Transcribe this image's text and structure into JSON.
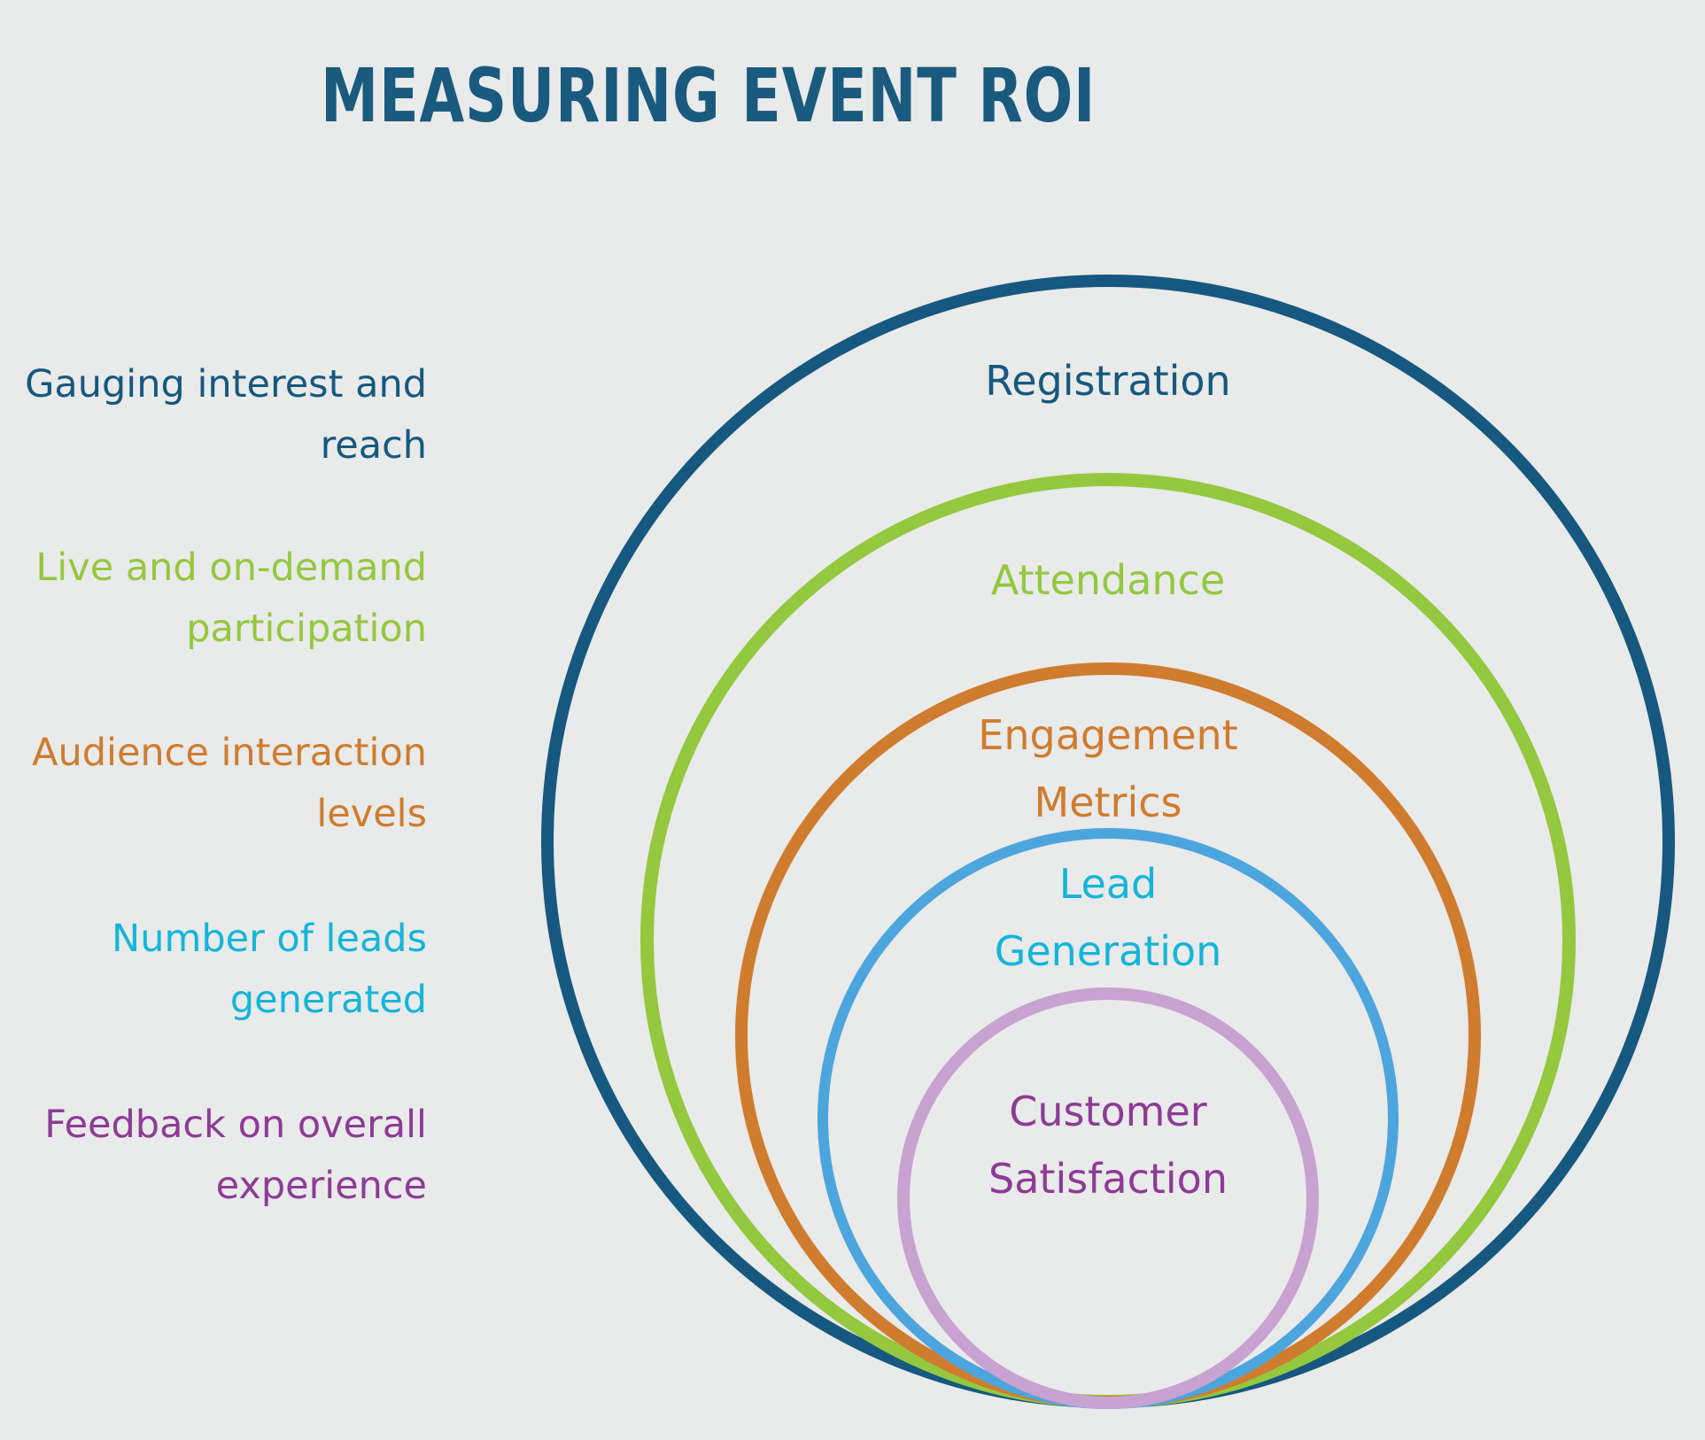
{
  "title": "MEASURING EVENT ROI",
  "title_color": "#1a5a7e",
  "background_color": "#e9eaea",
  "rings": [
    {
      "name": "Registration",
      "name_lines": [
        "Registration"
      ],
      "annotation": "Gauging interest and reach",
      "annotation_lines": [
        "Gauging interest and",
        "reach"
      ],
      "ring_color": "#16587f",
      "text_color": "#16587f"
    },
    {
      "name": "Attendance",
      "name_lines": [
        "Attendance"
      ],
      "annotation": "Live and on-demand participation",
      "annotation_lines": [
        "Live and on-demand",
        "participation"
      ],
      "ring_color": "#94c83f",
      "text_color": "#94c83f"
    },
    {
      "name": "Engagement Metrics",
      "name_lines": [
        "Engagement",
        "Metrics"
      ],
      "annotation": "Audience interaction levels",
      "annotation_lines": [
        "Audience interaction",
        "levels"
      ],
      "ring_color": "#cf7c2e",
      "text_color": "#cf7c2e"
    },
    {
      "name": "Lead Generation",
      "name_lines": [
        "Lead",
        "Generation"
      ],
      "annotation": "Number of leads generated",
      "annotation_lines": [
        "Number of leads",
        "generated"
      ],
      "ring_color": "#4da5dd",
      "text_color": "#14b5d9"
    },
    {
      "name": "Customer Satisfaction",
      "name_lines": [
        "Customer",
        "Satisfaction"
      ],
      "annotation": "Feedback on overall experience",
      "annotation_lines": [
        "Feedback on overall",
        "experience"
      ],
      "ring_color": "#c8a2d0",
      "text_color": "#8d3b96"
    }
  ]
}
